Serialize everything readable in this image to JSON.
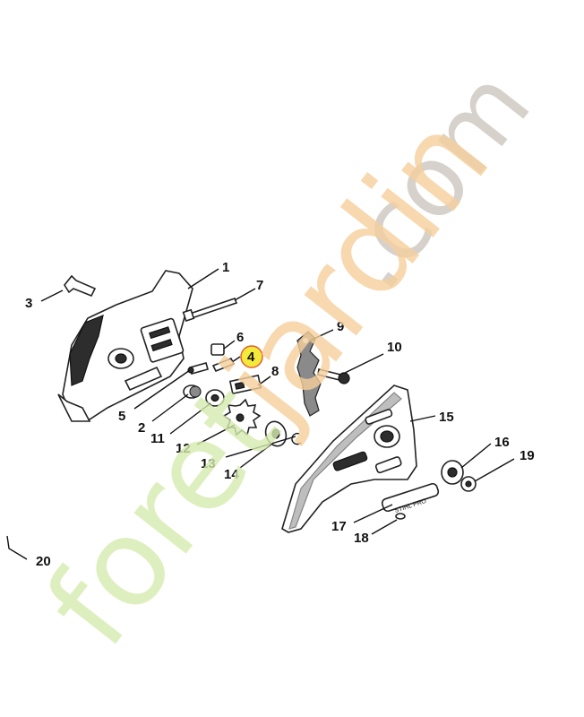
{
  "diagram": {
    "callouts": [
      {
        "id": "1",
        "label": "1"
      },
      {
        "id": "2",
        "label": "2"
      },
      {
        "id": "3",
        "label": "3"
      },
      {
        "id": "4",
        "label": "4",
        "highlighted": true
      },
      {
        "id": "5",
        "label": "5"
      },
      {
        "id": "6",
        "label": "6"
      },
      {
        "id": "7",
        "label": "7"
      },
      {
        "id": "8",
        "label": "8"
      },
      {
        "id": "9",
        "label": "9"
      },
      {
        "id": "10",
        "label": "10"
      },
      {
        "id": "11",
        "label": "11"
      },
      {
        "id": "12",
        "label": "12"
      },
      {
        "id": "13",
        "label": "13"
      },
      {
        "id": "14",
        "label": "14"
      },
      {
        "id": "15",
        "label": "15"
      },
      {
        "id": "16",
        "label": "16"
      },
      {
        "id": "17",
        "label": "17"
      },
      {
        "id": "18",
        "label": "18"
      },
      {
        "id": "19",
        "label": "19"
      },
      {
        "id": "20",
        "label": "20"
      }
    ],
    "highlight_color": "#f4ea3c",
    "cover_badge_text": "STIHL PRO"
  },
  "watermark": {
    "part1": "foret",
    "part2": "jardin",
    "part3": ".com",
    "colors": {
      "green": "#d7ecb0",
      "orange": "#f6cf9c",
      "grey": "#cfcac2"
    }
  }
}
